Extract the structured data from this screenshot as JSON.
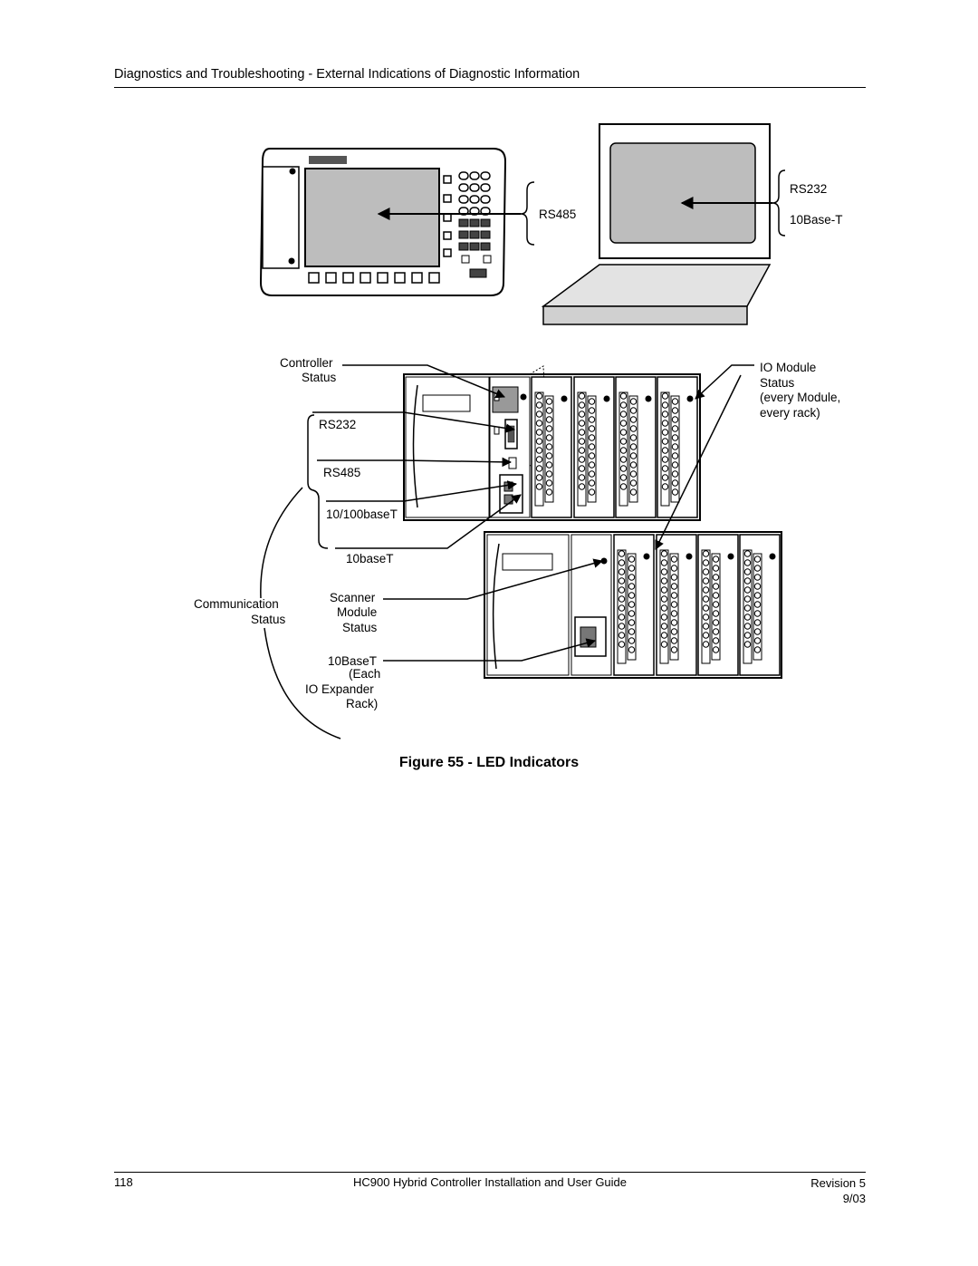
{
  "header": {
    "title": "Diagnostics and Troubleshooting - External Indications of Diagnostic Information"
  },
  "figure": {
    "labels": {
      "rs485_top": "RS485",
      "rs232_right": "RS232",
      "base_t_right": "10Base-T",
      "controller_status": [
        "Controller",
        "Status"
      ],
      "io_module_status": [
        "IO Module",
        "Status",
        "(every Module,",
        "every rack)"
      ],
      "rs232": "RS232",
      "rs485": "RS485",
      "base_100": "10/100baseT",
      "base_10": "10baseT",
      "communication_status": [
        "Communication",
        "Status"
      ],
      "scanner_status": [
        "Scanner",
        "Module",
        "Status"
      ],
      "expander": [
        "10BaseT",
        "(Each",
        "IO Expander",
        "Rack)"
      ]
    }
  },
  "caption": "Figure 55 - LED Indicators",
  "footer": {
    "page_number": "118",
    "guide_title": "HC900 Hybrid Controller Installation and User Guide",
    "revision": "Revision 5",
    "date": "9/03"
  }
}
